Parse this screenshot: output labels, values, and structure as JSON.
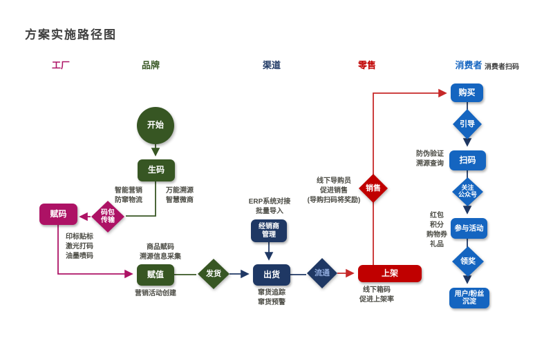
{
  "title": "方案实施路径图",
  "colors": {
    "factory_magenta": "#AD1265",
    "brand_green": "#375623",
    "channel_navy": "#1F3864",
    "retail_red": "#C00000",
    "consumer_blue": "#1565C0"
  },
  "lanes": {
    "factory": "工厂",
    "brand": "品牌",
    "channel": "渠道",
    "retail": "零售",
    "consumer": "消费者",
    "consumer_note": "消费者扫码"
  },
  "nodes": {
    "start": "开始",
    "generate_code": "生码",
    "assign_code": "赋码",
    "code_package": "码包\n传输",
    "assign_value": "赋值",
    "ship": "发货",
    "distributor_mgmt": "经销商\n管理",
    "outbound": "出货",
    "circulation": "流通",
    "on_shelf": "上架",
    "sales": "销售",
    "purchase": "购买",
    "guide": "引导",
    "scan": "扫码",
    "follow_account": "关注\n公众号",
    "join_activity": "参与活动",
    "claim_prize": "领奖",
    "fan_retention": "用户/粉丝\n沉淀"
  },
  "annotations": {
    "smart_marketing": "智能营销\n防窜物流",
    "universal_trace": "万能溯源\n智慧微商",
    "coding_methods": "印标贴标\n激光打码\n油墨喷码",
    "product_coding": "商品赋码\n溯源信息采集",
    "marketing_campaign": "营销活动创建",
    "erp": "ERP系统对接\n批量导入",
    "fleeing_goods": "窜货追踪\n窜货预警",
    "guide_promo": "线下导购员\n促进销售\n(导购扫码将奖励)",
    "box_code": "线下箱码\n促进上架率",
    "anti_fake": "防伪验证\n溯源查询",
    "rewards": "红包\n积分\n购物券\n礼品"
  }
}
